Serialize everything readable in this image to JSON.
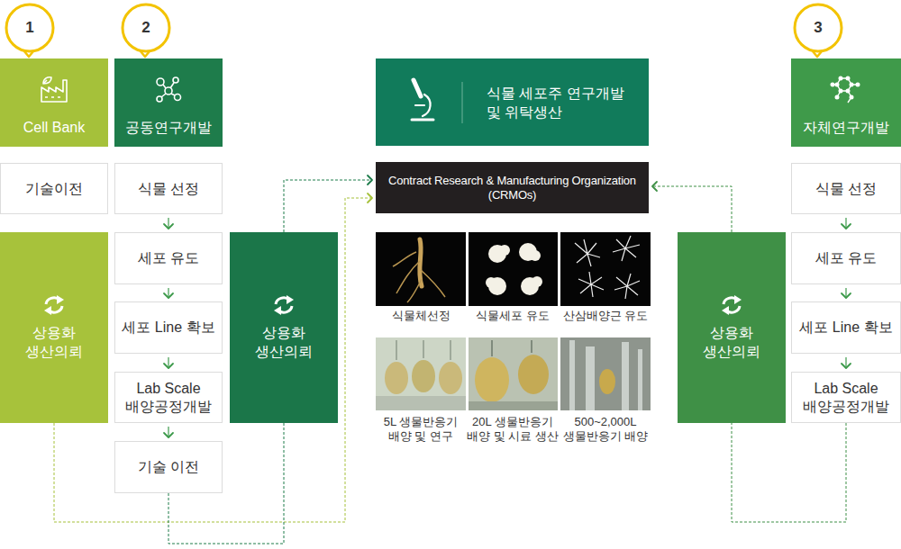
{
  "diagram": {
    "nodes": [
      {
        "text": [
          "Cell Bank"
        ]
      },
      {
        "text": [
          "공동연구개발"
        ]
      },
      {
        "text": [
          "식물 세포주 연구개발 및 위탁생산"
        ]
      },
      {
        "text": [
          "자체연구개발"
        ]
      },
      {
        "text": [
          "기술이전"
        ]
      },
      {
        "text": [
          "상용화 생산의뢰"
        ]
      },
      {
        "text": [
          "식물 선정"
        ]
      },
      {
        "text": [
          "세포 유도"
        ]
      },
      {
        "text": [
          "세포 Line 확보"
        ]
      },
      {
        "text": [
          "Lab Scale 배양공정개발"
        ]
      },
      {
        "text": [
          "기술 이전"
        ]
      },
      {
        "text": [
          "상용화 생산의뢰"
        ]
      },
      {
        "text": [
          "Contract Research & Manufacturing Organization (CRMOs)"
        ]
      },
      {
        "text": [
          "상용화 생산의뢰"
        ]
      },
      {
        "text": [
          "식물 선정"
        ]
      },
      {
        "text": [
          "세포 유도"
        ]
      },
      {
        "text": [
          "세포 Line 확보"
        ]
      },
      {
        "text": [
          "Lab Scale 배양공정개발"
        ]
      }
    ],
    "edges": [
      {
        "from": 6,
        "to": 7,
        "arrow": "to"
      },
      {
        "from": 7,
        "to": 8,
        "arrow": "to"
      },
      {
        "from": 8,
        "to": 9,
        "arrow": "to"
      },
      {
        "from": 9,
        "to": 10,
        "arrow": "to"
      },
      {
        "from": 5,
        "to": 12,
        "arrow": "to"
      },
      {
        "from": 10,
        "to": 11,
        "arrow": "none"
      },
      {
        "from": 11,
        "to": 12,
        "arrow": "to"
      },
      {
        "from": 14,
        "to": 15,
        "arrow": "to"
      },
      {
        "from": 15,
        "to": 16,
        "arrow": "to"
      },
      {
        "from": 16,
        "to": 17,
        "arrow": "to"
      },
      {
        "from": 17,
        "to": 13,
        "arrow": "none"
      },
      {
        "from": 13,
        "to": 12,
        "arrow": "to"
      }
    ],
    "labels": [
      "1",
      "2",
      "3",
      "식물체선정",
      "식물세포 유도",
      "산삼배양근 유도",
      "5L 생물반응기 배양 및 연구",
      "20L 생물반응기 배양 및 시료 생산",
      "500~2,000L 생물반응기 배양"
    ]
  }
}
